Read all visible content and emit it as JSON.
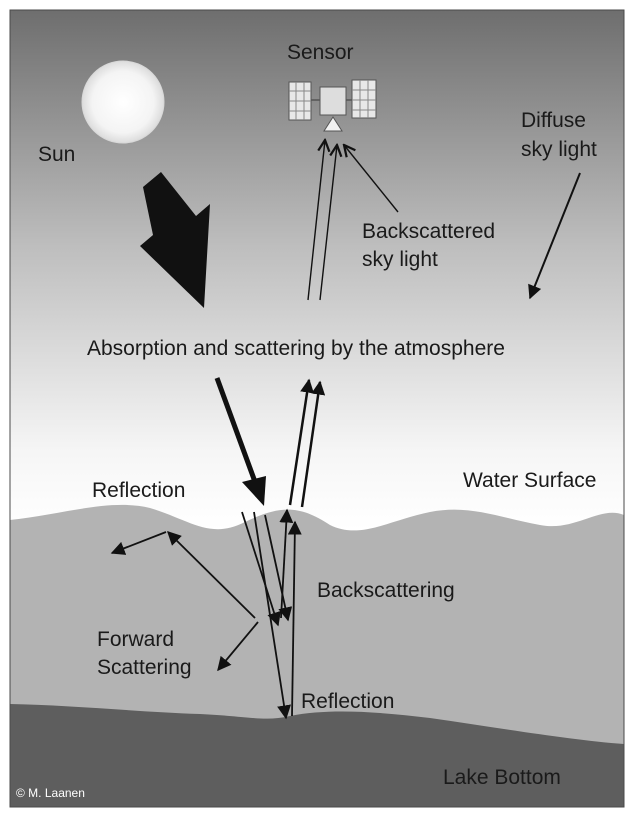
{
  "labels": {
    "sun": "Sun",
    "sensor": "Sensor",
    "diffuse_line1": "Diffuse",
    "diffuse_line2": "sky light",
    "backscattered_line1": "Backscattered",
    "backscattered_line2": "sky light",
    "atmosphere": "Absorption and scattering by the atmosphere",
    "reflection_surface": "Reflection",
    "water_surface": "Water Surface",
    "backscattering": "Backscattering",
    "forward_line1": "Forward",
    "forward_line2": "Scattering",
    "reflection_bottom": "Reflection",
    "lake_bottom": "Lake Bottom",
    "credit": "© M. Laanen"
  }
}
